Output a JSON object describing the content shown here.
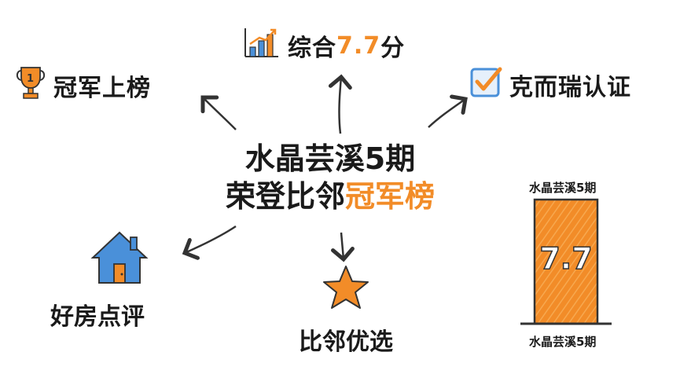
{
  "center": {
    "line1": "水晶芸溪5期",
    "line2_prefix": "荣登比邻",
    "line2_accent": "冠军榜"
  },
  "nodes": {
    "top": {
      "prefix": "综合",
      "accent": "7.7",
      "suffix": "分",
      "icon": "bar-chart-icon"
    },
    "top_left": {
      "label": "冠军上榜",
      "icon": "trophy-icon",
      "icon_text": "1"
    },
    "top_right": {
      "label": "克而瑞认证",
      "icon": "checkbox-icon"
    },
    "bottom_left": {
      "label": "好房点评",
      "icon": "house-icon"
    },
    "bottom_center": {
      "label": "比邻优选",
      "icon": "star-icon"
    }
  },
  "bar": {
    "top_label": "水晶芸溪5期",
    "value_text": "7.7",
    "bottom_label": "水晶芸溪5期"
  },
  "colors": {
    "accent": "#f28c28",
    "text": "#1a1a1a",
    "icon_blue": "#4a90d9"
  }
}
